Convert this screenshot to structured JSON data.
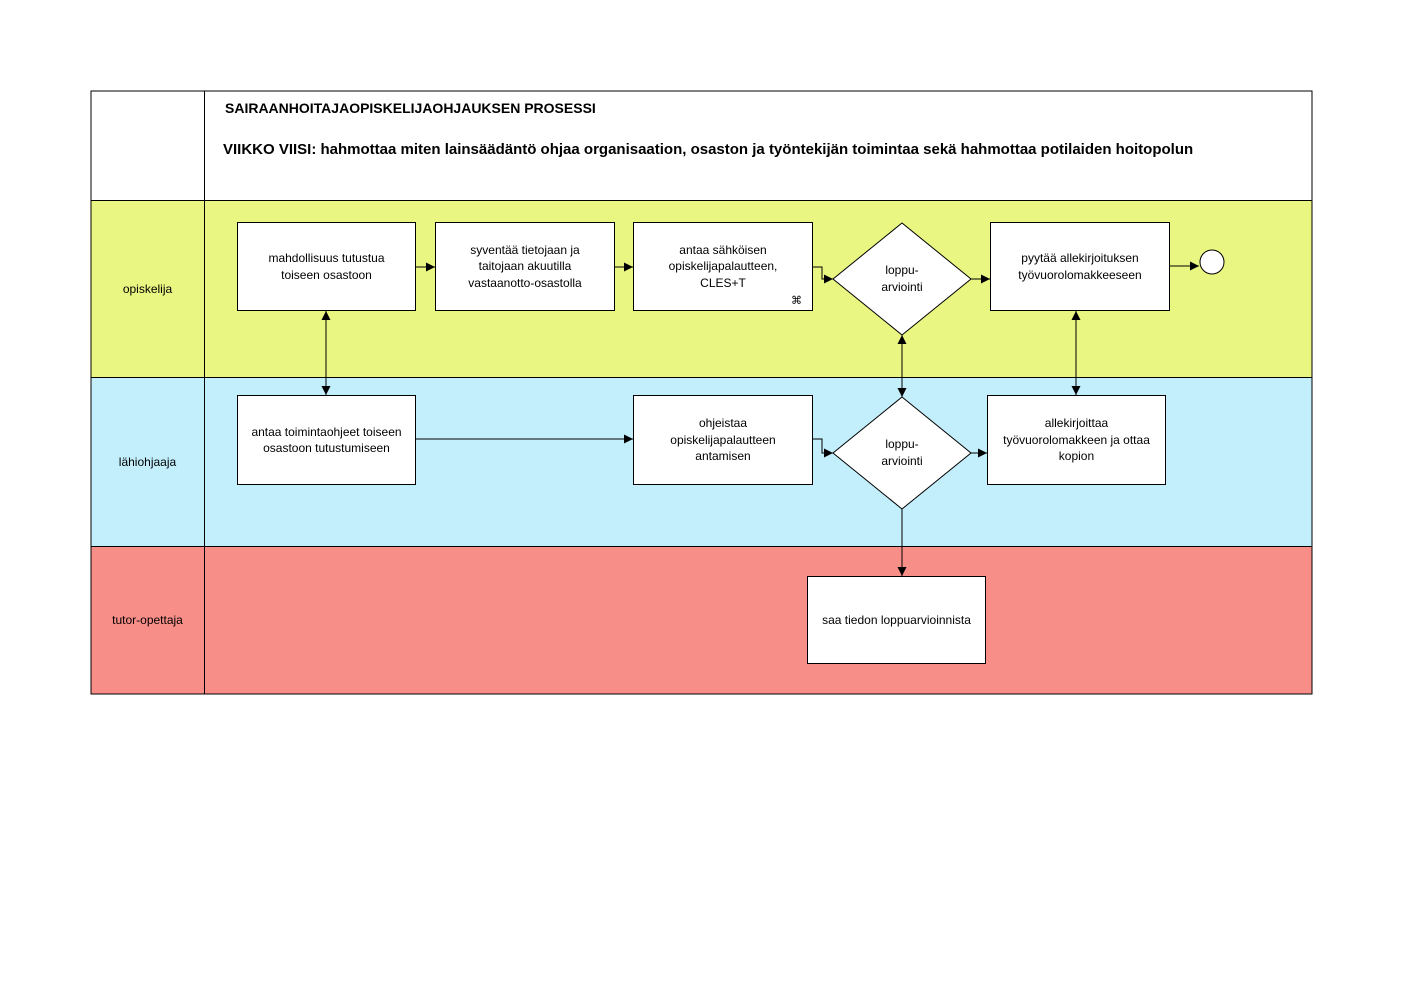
{
  "header": {
    "title": "SAIRAANHOITAJAOPISKELIJAOHJAUKSEN PROSESSI",
    "subtitle": "VIIKKO VIISI: hahmottaa miten lainsäädäntö ohjaa organisaation, osaston ja työntekijän toimintaa sekä hahmottaa potilaiden hoitopolun"
  },
  "lanes": {
    "opiskelija": {
      "label": "opiskelija",
      "color": "#eaf682"
    },
    "lahiohjaaja": {
      "label": "lähiohjaaja",
      "color": "#c3effc"
    },
    "tutor": {
      "label": "tutor-opettaja",
      "color": "#f88e88"
    }
  },
  "steps": {
    "tutustua": "mahdollisuus tutustua\ntoiseen osastoon",
    "syventaa": "syventää tietojaan ja\ntaitojaan akuutilla\nvastaanotto-osastolla",
    "palaute_antaa": "antaa sähköisen\nopiskelijapalautteen,\nCLES+T",
    "allekirjoitus_pyytaa": "pyytää allekirjoituksen\ntyövuorolomakkeeseen",
    "toimintaohjeet": "antaa toimintaohjeet toiseen\nosastoon tutustumiseen",
    "ohjeistaa": "ohjeistaa\nopiskelijapalautteen\nantamisen",
    "allekirjoittaa": "allekirjoittaa\ntyövuorolomakkeen ja ottaa\nkopion",
    "tiedon_saa": "saa tiedon loppuarvioinnista"
  },
  "decisions": {
    "opiskelija": "loppu-\narviointi",
    "lahiohjaaja": "loppu-\narviointi"
  },
  "icons": {
    "link": "link-icon",
    "end": "end-event-icon"
  }
}
